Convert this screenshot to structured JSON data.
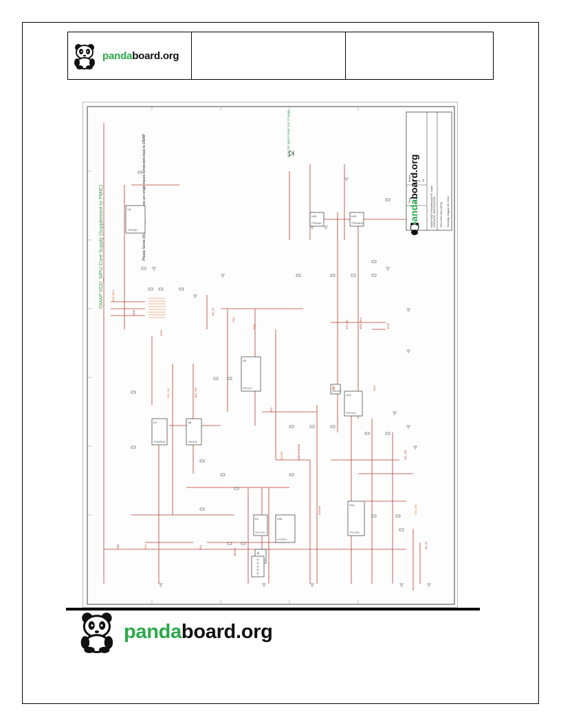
{
  "brand": {
    "highlight": "panda",
    "rest": "board.org"
  },
  "colors": {
    "brand_green": "#2ca94b",
    "wire_red": "#b33a2a",
    "label_orange": "#d2691e",
    "title_green": "#3d9a52"
  },
  "schematic": {
    "title": "OMAP VDD_MPU Core Supply (Supplement to PMIC)",
    "note": "Please Sense (D) and C(-) connections are single traces connected close to OMAP",
    "right_note": "Note: 3V Input Power Out of range",
    "title_block": {
      "brand_highlight": "panda",
      "brand_rest": "board.org",
      "project": "OMAP4460 PandaBoard ES Layer",
      "sheet_title": "VOLTAGE_REGULATOR",
      "sheet_label": "Sheet",
      "sheet_value": "2",
      "of_label": "of",
      "total_sheets": "14",
      "rev_label": "Rev",
      "rev_value": "A",
      "date_label": "Date",
      "date": "Tuesday, August 30, 2011",
      "doc_number": "750-2152-002 (SCH)"
    },
    "refdes": [
      "U3",
      "U7",
      "U8",
      "U9",
      "U13",
      "U14",
      "U16",
      "U20",
      "U23",
      "J5",
      "J6",
      "D1"
    ],
    "parts": [
      "TPS62361",
      "TPS62361B",
      "TWL6030",
      "SN74LVC",
      "TPS73701",
      "TPS79301",
      "CDCE913"
    ],
    "nets": [
      "VDD_MPU",
      "VBAT",
      "VSYS",
      "VIO_1V8",
      "VCC_3V3",
      "DC_5V",
      "GND",
      "SDA",
      "SCL",
      "REGEN",
      "NRESPWRON",
      "CLK32K",
      "VSEL",
      "SYS_EN"
    ]
  }
}
